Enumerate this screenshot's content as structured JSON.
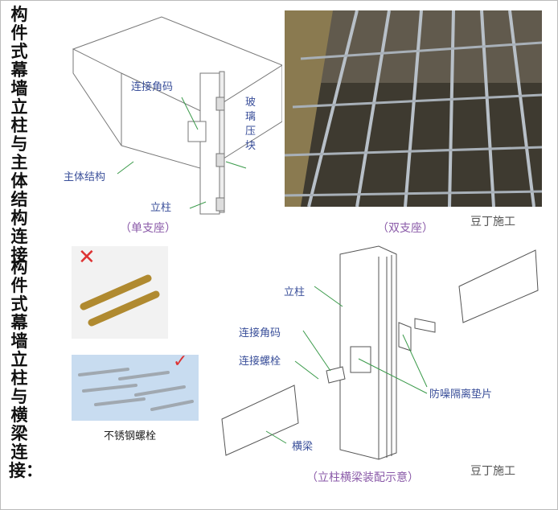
{
  "left_titles": {
    "title1": "构件式幕墙立柱与主体结构连接",
    "title2": "构件式幕墙立柱与横梁连接："
  },
  "diagram_single": {
    "labels": {
      "corner_code": "连接角码",
      "glass_block": "玻璃压块",
      "main_structure": "主体结构",
      "column": "立柱"
    },
    "caption": "（单支座）"
  },
  "photo_double": {
    "caption": "（双支座）",
    "watermark": "豆丁施工"
  },
  "bolt_photos": {
    "wrong_mark": "✕",
    "right_mark": "✓",
    "caption": "不锈钢螺栓"
  },
  "diagram_assembly": {
    "labels": {
      "column": "立柱",
      "corner_code": "连接角码",
      "bolt": "连接螺栓",
      "pad": "防噪隔离垫片",
      "beam": "横梁"
    },
    "caption": "（立柱横梁装配示意）",
    "watermark": "豆丁施工"
  },
  "colors": {
    "label": "#3a4f9a",
    "caption": "#8a5aa8",
    "arrow": "#3a9a4a"
  }
}
